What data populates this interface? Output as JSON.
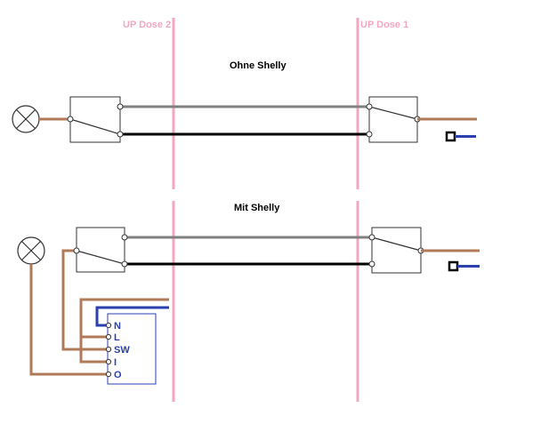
{
  "zones": {
    "left_label": "UP Dose 2",
    "right_label": "UP Dose 1"
  },
  "sections": {
    "without_shelly": {
      "title": "Ohne Shelly"
    },
    "with_shelly": {
      "title": "Mit Shelly"
    }
  },
  "shelly": {
    "terminals": [
      "N",
      "L",
      "SW",
      "I",
      "O"
    ]
  },
  "colors": {
    "zone_line": "#f4a7c0",
    "phase_wire": "#b07a58",
    "neutral_wire": "#2a3fb0",
    "traveler_grey": "#808080",
    "traveler_black": "#000000",
    "outline": "#333333"
  },
  "icons": [
    "lamp-icon",
    "changeover-switch-icon",
    "terminal-square-icon"
  ]
}
